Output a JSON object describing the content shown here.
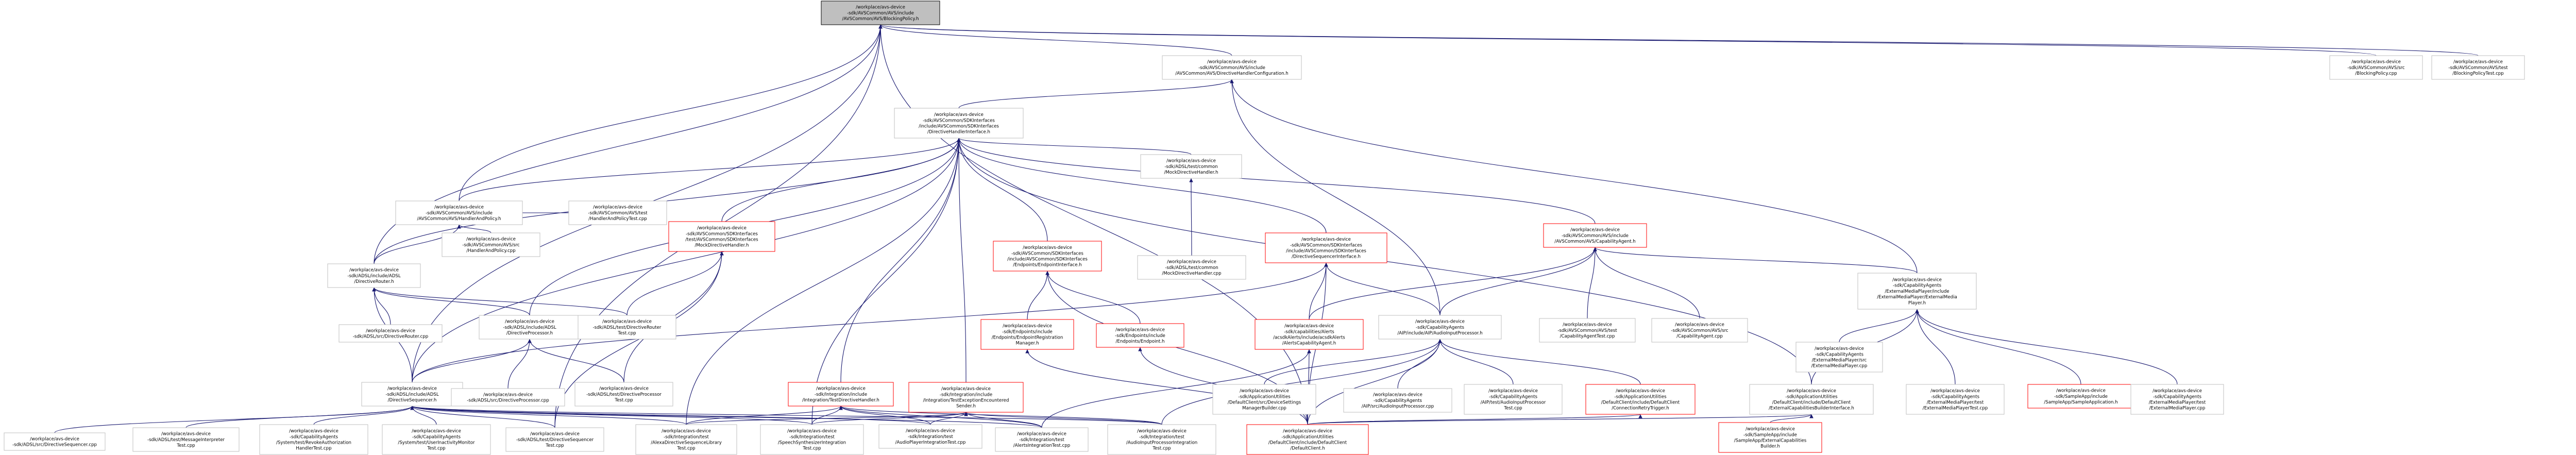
{
  "colors": {
    "edge": "#191970",
    "node_border": "#bfbfbf",
    "red_border": "#ff0000",
    "root_fill": "#bfbfbf"
  },
  "nodes": [
    {
      "id": "root",
      "style": "root",
      "lines": [
        "/workplace/avs-device",
        "-sdk/AVSCommon/AVS/include",
        "/AVSCommon/AVS/BlockingPolicy.h"
      ]
    },
    {
      "id": "dhc",
      "style": "normal",
      "lines": [
        "/workplace/avs-device",
        "-sdk/AVSCommon/AVS/include",
        "/AVSCommon/AVS/DirectiveHandlerConfiguration.h"
      ]
    },
    {
      "id": "bp_src",
      "style": "normal",
      "lines": [
        "/workplace/avs-device",
        "-sdk/AVSCommon/AVS/src",
        "/BlockingPolicy.cpp"
      ]
    },
    {
      "id": "bp_test",
      "style": "normal",
      "lines": [
        "/workplace/avs-device",
        "-sdk/AVSCommon/AVS/test",
        "/BlockingPolicyTest.cpp"
      ]
    },
    {
      "id": "dhi",
      "style": "normal",
      "lines": [
        "/workplace/avs-device",
        "-sdk/AVSCommon/SDKInterfaces",
        "/include/AVSCommon/SDKInterfaces",
        "/DirectiveHandlerInterface.h"
      ]
    },
    {
      "id": "haap",
      "style": "normal",
      "lines": [
        "/workplace/avs-device",
        "-sdk/AVSCommon/AVS/include",
        "/AVSCommon/AVS/HandlerAndPolicy.h"
      ]
    },
    {
      "id": "mock_dh_h",
      "style": "normal",
      "lines": [
        "/workplace/avs-device",
        "-sdk/ADSL/test/common",
        "/MockDirectiveHandler.h"
      ]
    },
    {
      "id": "dr_h",
      "style": "normal",
      "lines": [
        "/workplace/avs-device",
        "-sdk/ADSL/include/ADSL",
        "/DirectiveRouter.h"
      ]
    },
    {
      "id": "haap_src",
      "style": "normal",
      "lines": [
        "/workplace/avs-device",
        "-sdk/AVSCommon/AVS/src",
        "/HandlerAndPolicy.cpp"
      ]
    },
    {
      "id": "haap_test",
      "style": "normal",
      "lines": [
        "/workplace/avs-device",
        "-sdk/AVSCommon/AVS/test",
        "/HandlerAndPolicyTest.cpp"
      ]
    },
    {
      "id": "mock_sdk",
      "style": "red",
      "lines": [
        "/workplace/avs-device",
        "-sdk/AVSCommon/SDKInterfaces",
        "/test/AVSCommon/SDKInterfaces",
        "/MockDirectiveHandler.h"
      ]
    },
    {
      "id": "ep_h",
      "style": "red",
      "lines": [
        "/workplace/avs-device",
        "-sdk/AVSCommon/SDKInterfaces",
        "/include/AVSCommon/SDKInterfaces",
        "/Endpoints/EndpointInterface.h"
      ]
    },
    {
      "id": "mock_dh_cpp",
      "style": "normal",
      "lines": [
        "/workplace/avs-device",
        "-sdk/ADSL/test/common",
        "/MockDirectiveHandler.cpp"
      ]
    },
    {
      "id": "dsi",
      "style": "red",
      "lines": [
        "/workplace/avs-device",
        "-sdk/AVSCommon/SDKInterfaces",
        "/include/AVSCommon/SDKInterfaces",
        "/DirectiveSequencerInterface.h"
      ]
    },
    {
      "id": "cap_agent_h",
      "style": "red",
      "lines": [
        "/workplace/avs-device",
        "-sdk/AVSCommon/AVS/include",
        "/AVSCommon/AVS/CapabilityAgent.h"
      ]
    },
    {
      "id": "emp_h",
      "style": "normal",
      "lines": [
        "/workplace/avs-device",
        "-sdk/CapabilityAgents",
        "/ExternalMediaPlayer/include",
        "/ExternalMediaPlayer/ExternalMedia",
        "Player.h"
      ]
    },
    {
      "id": "dr_cpp",
      "style": "normal",
      "lines": [
        "/workplace/avs-device",
        "-sdk/ADSL/src/DirectiveRouter.cpp"
      ]
    },
    {
      "id": "dp_h",
      "style": "normal",
      "lines": [
        "/workplace/avs-device",
        "-sdk/ADSL/include/ADSL",
        "/DirectiveProcessor.h"
      ]
    },
    {
      "id": "dr_test",
      "style": "normal",
      "lines": [
        "/workplace/avs-device",
        "-sdk/ADSL/test/DirectiveRouter",
        "Test.cpp"
      ]
    },
    {
      "id": "ep_reg",
      "style": "red",
      "lines": [
        "/workplace/avs-device",
        "-sdk/Endpoints/include",
        "/Endpoints/EndpointRegistration",
        "Manager.h"
      ]
    },
    {
      "id": "ep_endpoint",
      "style": "red",
      "lines": [
        "/workplace/avs-device",
        "-sdk/Endpoints/include",
        "/Endpoints/Endpoint.h"
      ]
    },
    {
      "id": "alerts_h",
      "style": "red",
      "lines": [
        "/workplace/avs-device",
        "-sdk/capabilities/Alerts",
        "/acsdkAlerts/include/acsdkAlerts",
        "/AlertsCapabilityAgent.h"
      ]
    },
    {
      "id": "aip_h",
      "style": "normal",
      "lines": [
        "/workplace/avs-device",
        "-sdk/CapabilityAgents",
        "/AIP/include/AIP/AudioInputProcessor.h"
      ]
    },
    {
      "id": "cat_test",
      "style": "normal",
      "lines": [
        "/workplace/avs-device",
        "-sdk/AVSCommon/AVS/test",
        "/CapabilityAgentTest.cpp"
      ]
    },
    {
      "id": "ca_src",
      "style": "normal",
      "lines": [
        "/workplace/avs-device",
        "-sdk/AVSCommon/AVS/src",
        "/CapabilityAgent.cpp"
      ]
    },
    {
      "id": "ds_h",
      "style": "normal",
      "lines": [
        "/workplace/avs-device",
        "-sdk/ADSL/include/ADSL",
        "/DirectiveSequencer.h"
      ]
    },
    {
      "id": "dp_cpp",
      "style": "normal",
      "lines": [
        "/workplace/avs-device",
        "-sdk/ADSL/src/DirectiveProcessor.cpp"
      ]
    },
    {
      "id": "dp_test",
      "style": "normal",
      "lines": [
        "/workplace/avs-device",
        "-sdk/ADSL/test/DirectiveProcessor",
        "Test.cpp"
      ]
    },
    {
      "id": "tdh",
      "style": "red",
      "lines": [
        "/workplace/avs-device",
        "-sdk/Integration/include",
        "/Integration/TestDirectiveHandler.h"
      ]
    },
    {
      "id": "ecs",
      "style": "red",
      "lines": [
        "/workplace/avs-device",
        "-sdk/Integration/include",
        "/Integration/TestExceptionEncountered",
        "Sender.h"
      ]
    },
    {
      "id": "dsmb",
      "style": "normal",
      "lines": [
        "/workplace/avs-device",
        "-sdk/ApplicationUtilities",
        "/DefaultClient/src/DeviceSettings",
        "ManagerBuilder.cpp"
      ]
    },
    {
      "id": "aip_cpp",
      "style": "normal",
      "lines": [
        "/workplace/avs-device",
        "-sdk/CapabilityAgents",
        "/AIP/src/AudioInputProcessor.cpp"
      ]
    },
    {
      "id": "aip_test",
      "style": "normal",
      "lines": [
        "/workplace/avs-device",
        "-sdk/CapabilityAgents",
        "/AIP/test/AudioInputProcessor",
        "Test.cpp"
      ]
    },
    {
      "id": "crt",
      "style": "red",
      "lines": [
        "/workplace/avs-device",
        "-sdk/ApplicationUtilities",
        "/DefaultClient/include/DefaultClient",
        "/ConnectionRetryTrigger.h"
      ]
    },
    {
      "id": "ecbi",
      "style": "normal",
      "lines": [
        "/workplace/avs-device",
        "-sdk/ApplicationUtilities",
        "/DefaultClient/include/DefaultClient",
        "/ExternalCapabilitiesBuilderInterface.h"
      ]
    },
    {
      "id": "emp_cpp",
      "style": "normal",
      "lines": [
        "/workplace/avs-device",
        "-sdk/CapabilityAgents",
        "/ExternalMediaPlayer/src",
        "/ExternalMediaPlayer.cpp"
      ]
    },
    {
      "id": "emp_test",
      "style": "normal",
      "lines": [
        "/workplace/avs-device",
        "-sdk/CapabilityAgents",
        "/ExternalMediaPlayer/test",
        "/ExternalMediaPlayerTest.cpp"
      ]
    },
    {
      "id": "sample_app",
      "style": "red",
      "lines": [
        "/workplace/avs-device",
        "-sdk/SampleApp/include",
        "/SampleApp/SampleApplication.h"
      ]
    },
    {
      "id": "ca_emp_cap",
      "style": "normal",
      "lines": [
        "/workplace/avs-device",
        "-sdk/CapabilityAgents",
        "/ExternalMediaPlayer/test",
        "/ExternalMediaPlayer.cpp"
      ]
    },
    {
      "id": "ds_cpp",
      "style": "normal",
      "lines": [
        "/workplace/avs-device",
        "-sdk/ADSL/src/DirectiveSequencer.cpp"
      ]
    },
    {
      "id": "msg_int",
      "style": "normal",
      "lines": [
        "/workplace/avs-device",
        "-sdk/ADSL/test/MessageInterpreter",
        "Test.cpp"
      ]
    },
    {
      "id": "sync_auth",
      "style": "normal",
      "lines": [
        "/workplace/avs-device",
        "-sdk/CapabilityAgents",
        "/System/test/RevokeAuthorization",
        "HandlerTest.cpp"
      ]
    },
    {
      "id": "sync_user",
      "style": "normal",
      "lines": [
        "/workplace/avs-device",
        "-sdk/CapabilityAgents",
        "/System/test/UserInactivityMonitor",
        "Test.cpp"
      ]
    },
    {
      "id": "ds_test",
      "style": "normal",
      "lines": [
        "/workplace/avs-device",
        "-sdk/ADSL/test/DirectiveSequencer",
        "Test.cpp"
      ]
    },
    {
      "id": "alexa_seq",
      "style": "normal",
      "lines": [
        "/workplace/avs-device",
        "-sdk/Integration/test",
        "/AlexaDirectiveSequenceLibrary",
        "Test.cpp"
      ]
    },
    {
      "id": "speech_int",
      "style": "normal",
      "lines": [
        "/workplace/avs-device",
        "-sdk/Integration/test",
        "/SpeechSynthesizerIntegration",
        "Test.cpp"
      ]
    },
    {
      "id": "audio_int",
      "style": "normal",
      "lines": [
        "/workplace/avs-device",
        "-sdk/Integration/test",
        "/AudioPlayerIntegrationTest.cpp"
      ]
    },
    {
      "id": "alerts_int",
      "style": "normal",
      "lines": [
        "/workplace/avs-device",
        "-sdk/Integration/test",
        "/AlertsIntegrationTest.cpp"
      ]
    },
    {
      "id": "ainput_int",
      "style": "normal",
      "lines": [
        "/workplace/avs-device",
        "-sdk/Integration/test",
        "/AudioInputProcessorIntegration",
        "Test.cpp"
      ]
    },
    {
      "id": "def_client",
      "style": "red",
      "lines": [
        "/workplace/avs-device",
        "-sdk/ApplicationUtilities",
        "/DefaultClient/include/DefaultClient",
        "/DefaultClient.h"
      ]
    },
    {
      "id": "ext_builder",
      "style": "red",
      "lines": [
        "/workplace/avs-device",
        "-sdk/SampleApp/include",
        "/SampleApp/ExternalCapabilities",
        "Builder.h"
      ]
    }
  ]
}
